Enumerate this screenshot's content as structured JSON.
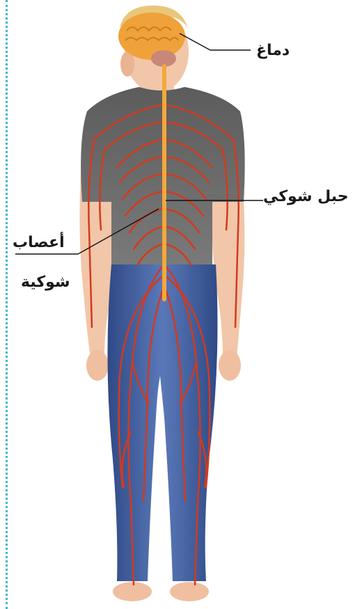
{
  "labels": {
    "brain": "دماغ",
    "spinal_cord": "حبل شوكي",
    "spinal_nerves_line1": "أعصاب",
    "spinal_nerves_line2": "شوكية"
  },
  "colors": {
    "margin_dots": "#3bb8c8",
    "brain": "#f0a23a",
    "spinal_cord": "#f2a93b",
    "nerves": "#d23a1e",
    "shirt": "#6e6e6e",
    "jeans": "#3e5a9a",
    "skin": "#f2c6a8",
    "hair": "#f3dc9a"
  }
}
